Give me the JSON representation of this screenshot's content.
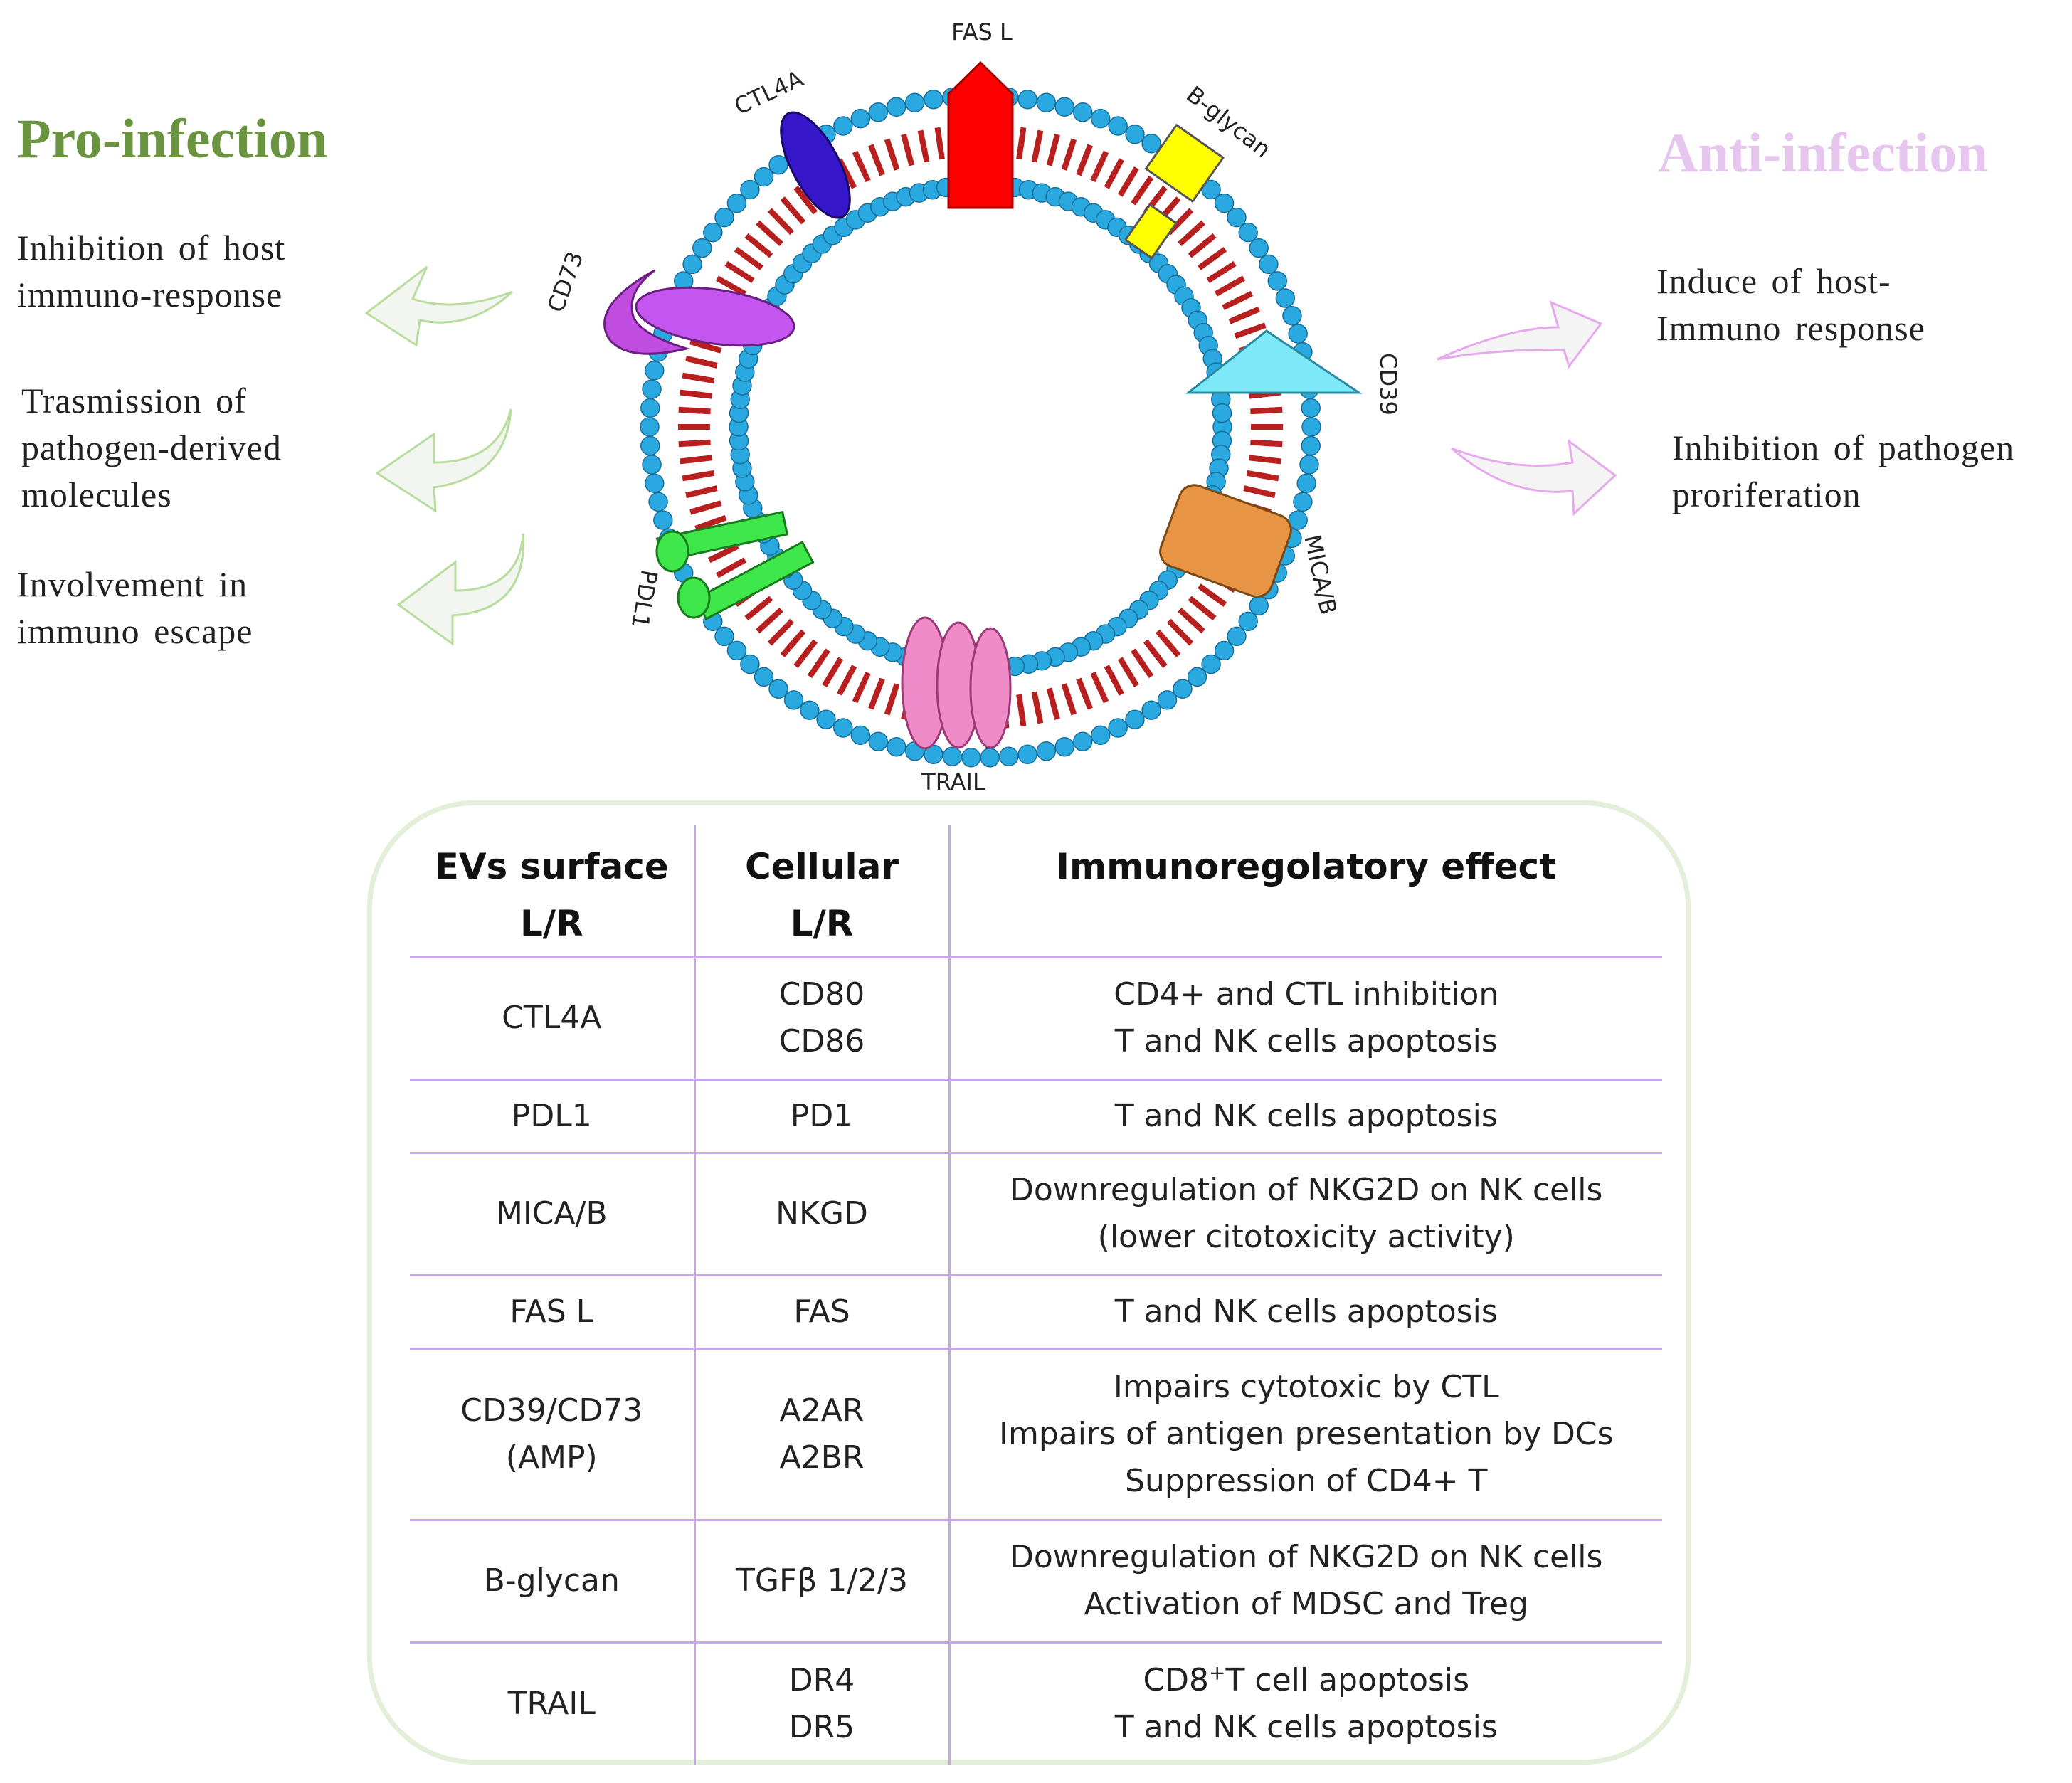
{
  "pro_infection": {
    "title": "Pro-infection",
    "effects": [
      [
        "Inhibition of host",
        "immuno-response"
      ],
      [
        "Trasmission of",
        "pathogen-derived",
        "molecules"
      ],
      [
        "Involvement in",
        "immuno escape"
      ]
    ]
  },
  "anti_infection": {
    "title": "Anti-infection",
    "effects": [
      [
        "Induce of host-",
        "Immuno response"
      ],
      [
        "Inhibition of pathogen",
        "proriferation"
      ]
    ]
  },
  "membrane_labels": {
    "fasl": "FAS L",
    "ctl4a": "CTL4A",
    "bglycan": "B-glycan",
    "cd73": "CD73",
    "cd39": "CD39",
    "pdl1": "PDL1",
    "micab": "MICA/B",
    "trail": "TRAIL"
  },
  "colors": {
    "pro_green": "#6a9440",
    "anti_pink": "#e6c6ee",
    "lipid_head": "#29a9e0",
    "lipid_tail": "#b82020",
    "table_border": "#e3efd8",
    "grid_line": "#c9a3ec"
  },
  "table": {
    "headers": {
      "col1": [
        "EVs surface",
        "L/R"
      ],
      "col2": [
        "Cellular",
        "L/R"
      ],
      "col3": [
        "Immunoregolatory effect"
      ]
    },
    "rows": [
      {
        "ev": [
          "CTL4A"
        ],
        "cellular": [
          "CD80",
          "CD86"
        ],
        "effect": [
          "CD4+ and CTL inhibition",
          "T and NK cells apoptosis"
        ]
      },
      {
        "ev": [
          "PDL1"
        ],
        "cellular": [
          "PD1"
        ],
        "effect": [
          "T and NK cells apoptosis"
        ]
      },
      {
        "ev": [
          "MICA/B"
        ],
        "cellular": [
          "NKGD"
        ],
        "effect": [
          "Downregulation of NKG2D on NK cells",
          "(lower citotoxicity activity)"
        ]
      },
      {
        "ev": [
          "FAS L"
        ],
        "cellular": [
          "FAS"
        ],
        "effect": [
          "T and NK cells apoptosis"
        ]
      },
      {
        "ev": [
          "CD39/CD73",
          "(AMP)"
        ],
        "cellular": [
          "A2AR",
          "A2BR"
        ],
        "effect": [
          "Impairs cytotoxic by CTL",
          "Impairs of antigen presentation by DCs",
          "Suppression of CD4+ T"
        ]
      },
      {
        "ev": [
          "B-glycan"
        ],
        "cellular": [
          "TGFβ 1/2/3"
        ],
        "effect": [
          "Downregulation of NKG2D on NK cells",
          "Activation of MDSC and Treg"
        ]
      },
      {
        "ev": [
          "TRAIL"
        ],
        "cellular": [
          "DR4",
          "DR5"
        ],
        "effect": [
          "CD8",
          "+",
          "T cell apoptosis",
          "T and NK cells apoptosis"
        ]
      }
    ]
  }
}
